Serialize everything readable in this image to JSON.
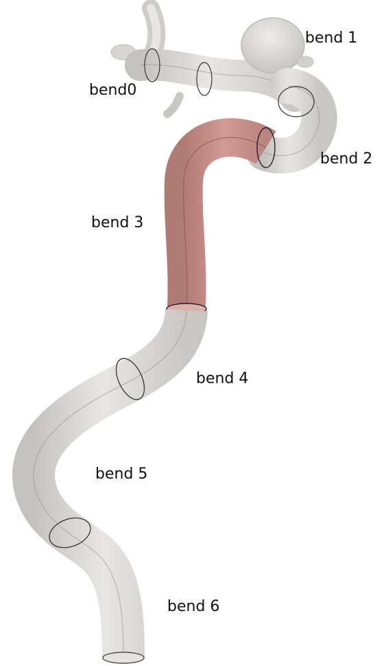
{
  "labels": {
    "bend0": "bend0",
    "bend1": "bend 1",
    "bend2": "bend 2",
    "bend3": "bend 3",
    "bend4": "bend 4",
    "bend5": "bend 5",
    "bend6": "bend 6"
  },
  "highlighted_segment": "bend 3",
  "colors": {
    "vessel": "#dddbd7",
    "vessel_shadow": "#b9b7b3",
    "highlight": "#c98e89",
    "highlight_shadow": "#a86e69",
    "outline": "#222222"
  }
}
